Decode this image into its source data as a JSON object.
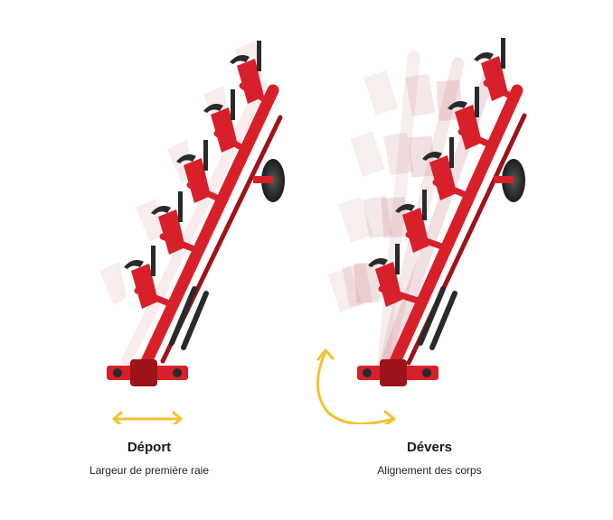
{
  "panels": [
    {
      "title": "Déport",
      "subtitle": "Largeur de première raie",
      "arrow_type": "horizontal-double-arrow"
    },
    {
      "title": "Dévers",
      "subtitle": "Alignement des corps",
      "arrow_type": "curved-rotation-arrow"
    }
  ],
  "colors": {
    "frame": "#d8202a",
    "frame_dark": "#9e1219",
    "steel": "#2a2a2a",
    "arrow": "#f2c230",
    "ghost": "#e8b8bc"
  }
}
